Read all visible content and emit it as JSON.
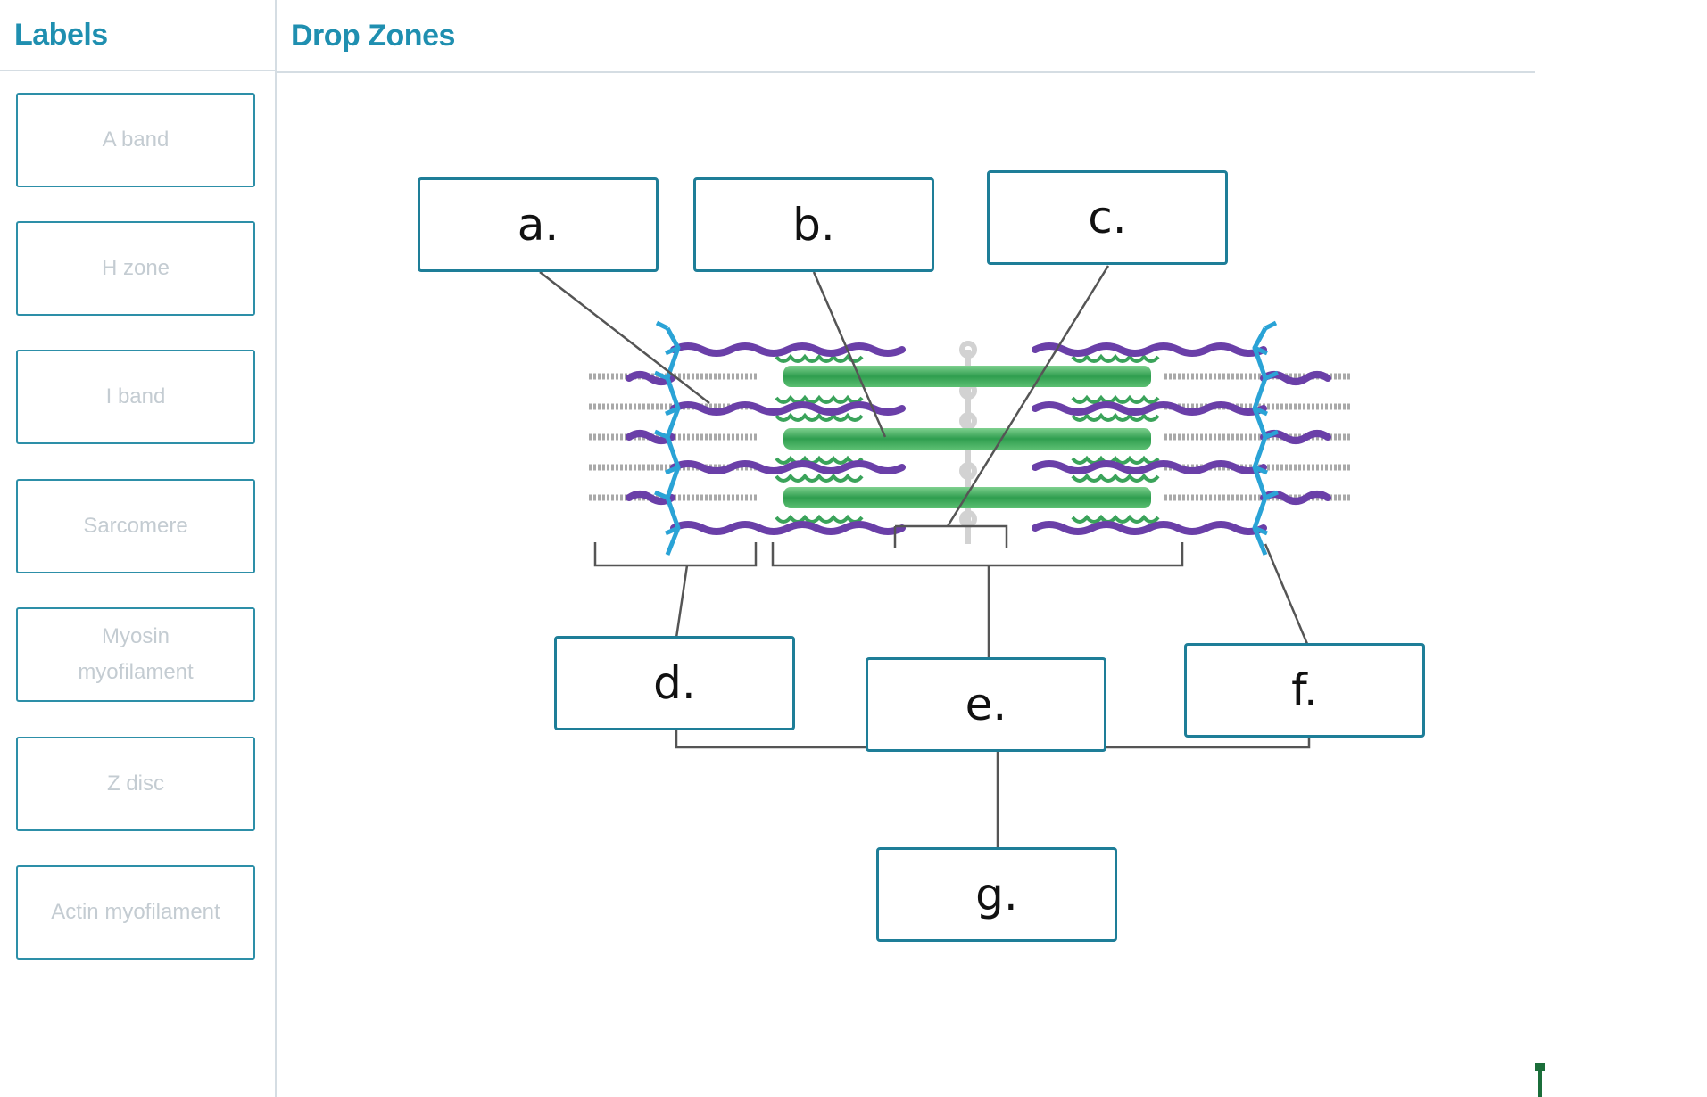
{
  "left_panel": {
    "title": "Labels"
  },
  "drop_panel": {
    "title": "Drop Zones"
  },
  "labels": [
    {
      "text": "A band"
    },
    {
      "text": "H zone"
    },
    {
      "text": "I band"
    },
    {
      "text": "Sarcomere"
    },
    {
      "text": "Myosin myofilament"
    },
    {
      "text": "Z disc"
    },
    {
      "text": "Actin myofilament"
    }
  ],
  "drop_zones": {
    "a": "a.",
    "b": "b.",
    "c": "c.",
    "d": "d.",
    "e": "e.",
    "f": "f.",
    "g": "g."
  },
  "colors": {
    "accent": "#1f8fb0",
    "zone_border": "#1e7e98",
    "myosin": "#3aa35a",
    "actin": "#6a3fa8",
    "z_disc": "#2aa3d6",
    "titin": "#a8a8a8"
  }
}
